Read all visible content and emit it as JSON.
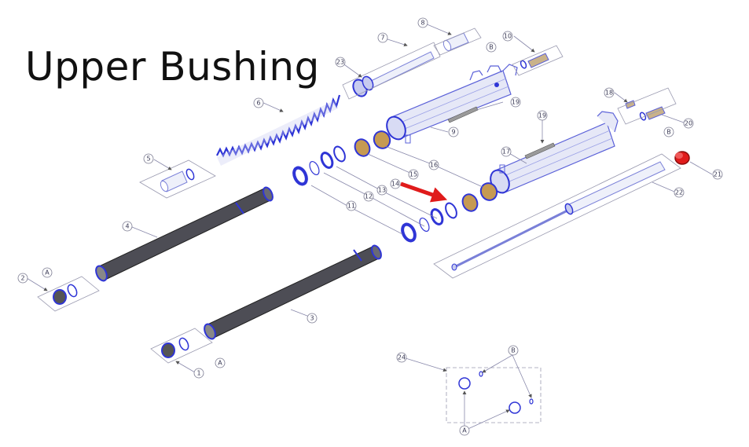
{
  "title": "Upper Bushing",
  "colors": {
    "outline_blue": "#2f35d6",
    "tube_dark": "#4d4d55",
    "bushing_bronze": "#c69a52",
    "highlight_red": "#e01b1b",
    "arrow_red": "#e01b1b"
  },
  "callouts": {
    "c1": "1",
    "c2": "2",
    "c3": "3",
    "c4": "4",
    "c5": "5",
    "c6": "6",
    "c7": "7",
    "c8": "8",
    "c9": "9",
    "c10": "10",
    "c11": "11",
    "c12": "12",
    "c13": "13",
    "c14": "14",
    "c15": "15",
    "c16": "16",
    "c17": "17",
    "c18": "18",
    "c19a": "19",
    "c19b": "19",
    "c20": "20",
    "c21": "21",
    "c22": "22",
    "c23": "23",
    "c24": "24",
    "a1": "A",
    "a2": "A",
    "a3": "A",
    "b1": "B",
    "b2": "B",
    "b3": "B"
  }
}
